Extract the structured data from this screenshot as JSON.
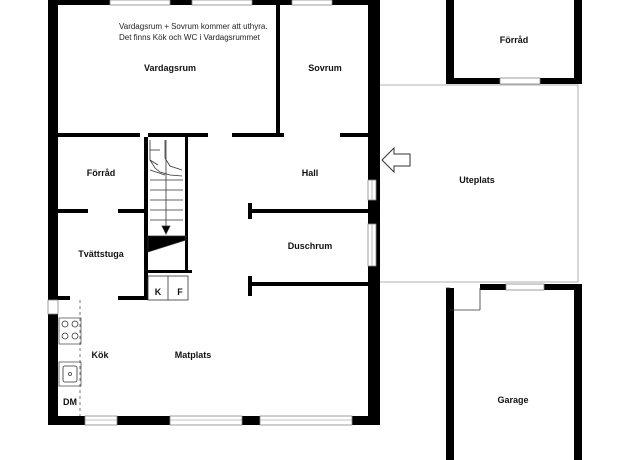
{
  "note": {
    "line1": "Vardagsrum + Sovrum kommer att uthyra.",
    "line2": "Det finns Kök och WC i Vardagsrummet"
  },
  "rooms": {
    "vardagsrum": "Vardagsrum",
    "sovrum": "Sovrum",
    "forrad_top": "Förråd",
    "forrad_left": "Förråd",
    "hall": "Hall",
    "uteplats": "Uteplats",
    "tvattstuga": "Tvättstuga",
    "duschrum": "Duschrum",
    "kok": "Kök",
    "matplats": "Matplats",
    "garage": "Garage"
  },
  "fixtures": {
    "k": "K",
    "f": "F",
    "dm": "DM"
  },
  "icons": {
    "entrance": "arrow-left-icon",
    "stove": "stove-icon",
    "sink": "sink-icon",
    "stairs": "stairs-icon"
  }
}
